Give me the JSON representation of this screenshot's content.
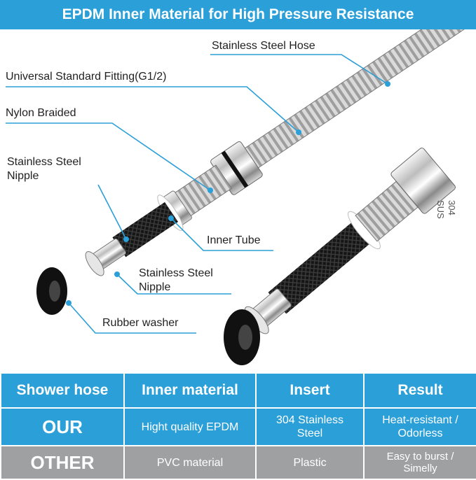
{
  "banner": {
    "title": "EPDM Inner Material for High Pressure Resistance"
  },
  "callouts": {
    "stainless_steel_hose": "Stainless Steel Hose",
    "universal_fitting": "Universal Standard Fitting(G1/2)",
    "nylon_braided": "Nylon Braided",
    "nipple_top_line1": "Stainless Steel",
    "nipple_top_line2": "Nipple",
    "inner_tube": "Inner Tube",
    "nipple_bottom_line1": "Stainless Steel",
    "nipple_bottom_line2": "Nipple",
    "rubber_washer": "Rubber washer"
  },
  "nut_stamp": {
    "line1": "304",
    "line2": "SUS"
  },
  "table": {
    "headers": [
      "Shower hose",
      "Inner material",
      "Insert",
      "Result"
    ],
    "our": {
      "label": "OUR",
      "inner_material": "Hight quality EPDM",
      "insert_line1": "304 Stainless",
      "insert_line2": "Steel",
      "result_line1": "Heat-resistant /",
      "result_line2": "Odorless"
    },
    "other": {
      "label": "OTHER",
      "inner_material": "PVC material",
      "insert": "Plastic",
      "result_line1": "Easy to burst /",
      "result_line2": "Simelly"
    }
  },
  "colors": {
    "accent_blue": "#2a9fd8",
    "other_gray": "#9ea0a2",
    "callout_line": "#2a9fd8"
  }
}
